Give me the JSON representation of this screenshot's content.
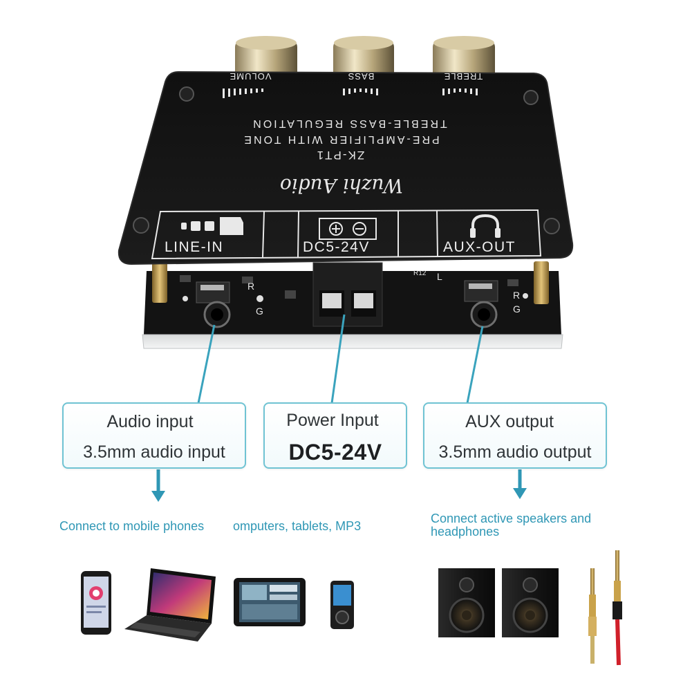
{
  "board": {
    "knob_labels": [
      "VOLUME",
      "BASS",
      "TREBLE"
    ],
    "title_line1": "TREBLE-BASS REGULATION",
    "title_line2": "PRE-AMPLIFIER WITH TONE",
    "model": "ZK-PT1",
    "brand_script": "Wuzhi Audio",
    "port_labels": [
      "LINE-IN",
      "DC5-24V",
      "AUX-OUT"
    ],
    "pcb_marks": [
      "R",
      "G",
      "L",
      "R",
      "G",
      "R12"
    ]
  },
  "callouts": {
    "audio": {
      "line1": "Audio input",
      "line2": "3.5mm audio input"
    },
    "power": {
      "line1": "Power Input",
      "line2": "DC5-24V"
    },
    "aux": {
      "line1": "AUX output",
      "line2": "3.5mm audio output"
    }
  },
  "captions": {
    "left": "Connect to mobile phones",
    "mid": "omputers, tablets, MP3",
    "right_line1": "Connect active speakers and",
    "right_line2": "headphones"
  },
  "devices": [
    "phone-icon",
    "laptop-icon",
    "tablet-icon",
    "mp3-player-icon",
    "speaker-icon",
    "speaker-icon",
    "audio-jack-cable-icon",
    "audio-jack-cable-icon"
  ],
  "colors": {
    "accent": "#2f97b5",
    "callout_border": "#6fc3d3",
    "board": "#151515",
    "board_text": "#e8e8e8",
    "cable_red": "#d0202a",
    "brass": "#c9a24a"
  }
}
